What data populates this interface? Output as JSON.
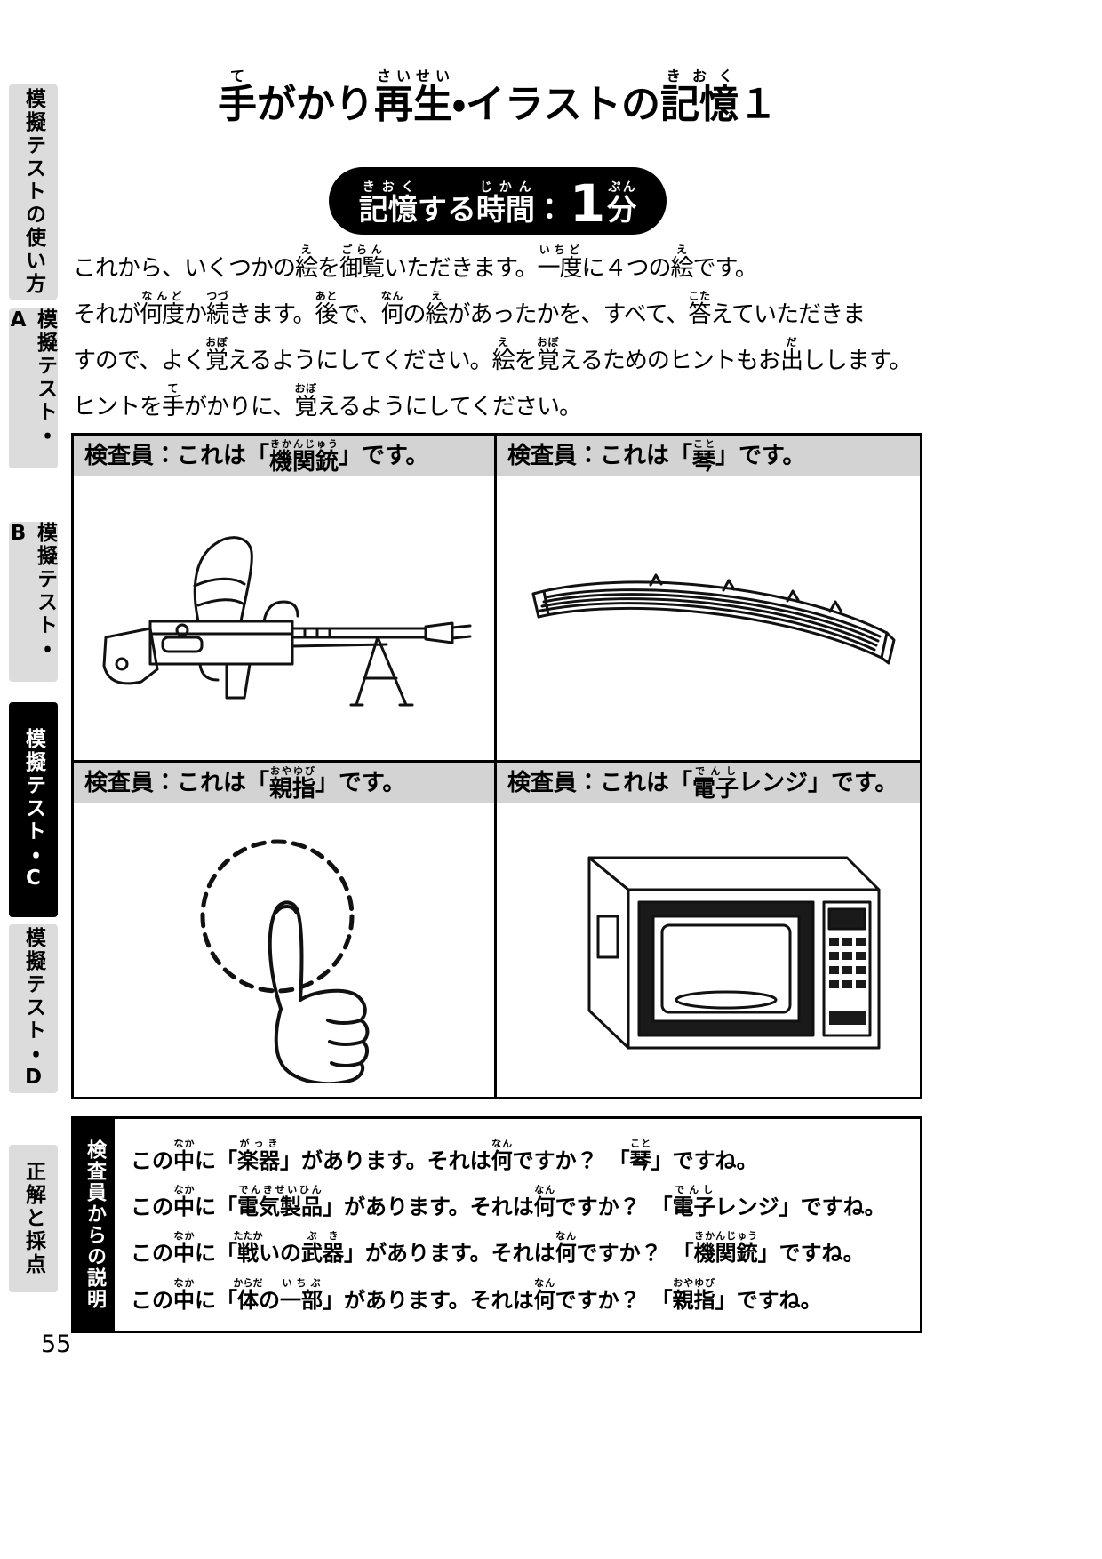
{
  "page": {
    "number": "55"
  },
  "colors": {
    "tab_inactive_bg": "#dcdcdc",
    "tab_active_bg": "#000000",
    "tab_active_text": "#ffffff",
    "badge_bg": "#000000",
    "badge_text": "#ffffff",
    "caption_bar_bg": "#d3d3d3",
    "ink": "#000000"
  },
  "sidebar": {
    "items": [
      {
        "label": "模擬テストの使い方",
        "active": false
      },
      {
        "label": "模擬テスト・A",
        "active": false
      },
      {
        "label": "模擬テスト・B",
        "active": false
      },
      {
        "label": "模擬テスト・C",
        "active": true
      },
      {
        "label": "模擬テスト・D",
        "active": false
      },
      {
        "label": "正解と採点",
        "active": false
      }
    ]
  },
  "header": {
    "title": "[手|て]がかり[再生|さいせい]・イラストの[記憶|きおく]１",
    "time_badge": {
      "label": "[記憶|きおく]する[時間|じかん]：",
      "value": "1",
      "unit": "[分|ぷん]"
    }
  },
  "intro": {
    "lines": [
      "これから、いくつかの[絵|え]を[御覧|ごらん]いただきます。[一度|いちど]に４つの[絵|え]です。",
      "それが[何度|なんど]か[続|つづ]きます。[後|あと]で、[何|なん]の[絵|え]があったかを、すべて、[答|こた]えていただきま",
      "すので、よく[覚|おぼ]えるようにしてください。[絵|え]を[覚|おぼ]えるためのヒントもお[出|だ]しします。",
      "ヒントを[手|て]がかりに、[覚|おぼ]えるようにしてください。"
    ]
  },
  "grid": {
    "cells": [
      {
        "caption": "検査員：これは「[機関銃|きかんじゅう]」です。",
        "illustration": "machine-gun"
      },
      {
        "caption": "検査員：これは「[琴|こと]」です。",
        "illustration": "koto"
      },
      {
        "caption": "検査員：これは「[親指|おやゆび]」です。",
        "illustration": "thumb"
      },
      {
        "caption": "検査員：これは「[電子|でんし]レンジ」です。",
        "illustration": "microwave"
      }
    ]
  },
  "examiner_box": {
    "label": "検査員からの説明",
    "lines": [
      "この[中|なか]に「[楽器|がっき]」があります。それは[何|なん]ですか？　「[琴|こと]」ですね。",
      "この[中|なか]に「[電気製品|でんきせいひん]」があります。それは[何|なん]ですか？　「[電子|でんし]レンジ」ですね。",
      "この[中|なか]に「[戦|たたか]いの[武器|ぶき]」があります。それは[何|なん]ですか？　「[機関銃|きかんじゅう]」ですね。",
      "この[中|なか]に「[体|からだ]の[一部|いちぶ]」があります。それは[何|なん]ですか？　「[親指|おやゆび]」ですね。"
    ]
  }
}
